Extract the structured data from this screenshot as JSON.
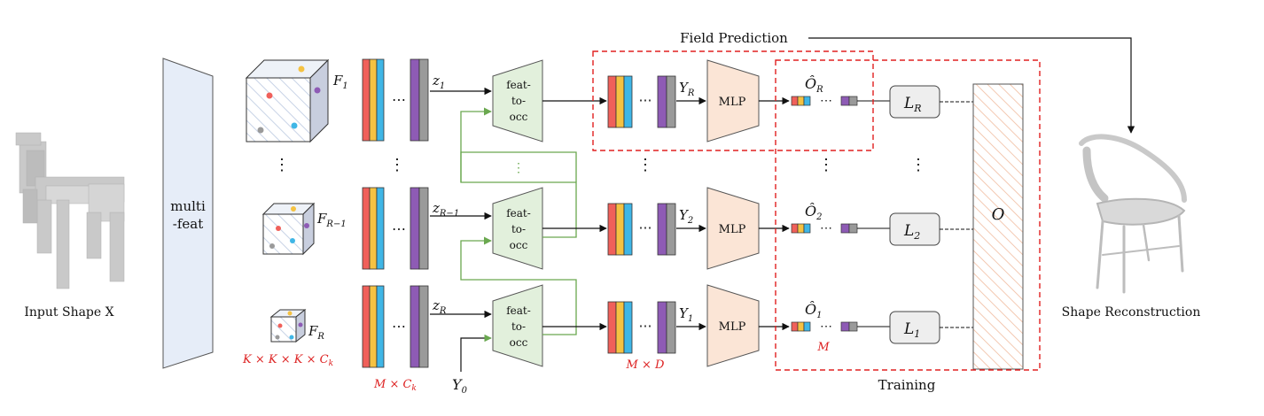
{
  "labels": {
    "input_shape": "Input Shape X",
    "multi_feat_1": "multi",
    "multi_feat_2": "-feat",
    "field_prediction": "Field Prediction",
    "training": "Training",
    "shape_reconstruction": "Shape Reconstruction",
    "feat_to_occ": [
      "feat-",
      "to-",
      "occ"
    ],
    "mlp": "MLP",
    "feature_dims": "K × K × K × C",
    "feature_dims_sub": "k",
    "latent_dims": "M × C",
    "latent_dims_sub": "k",
    "field_dims": "M × D",
    "occ_dims": "M",
    "ellipsis": "⋯",
    "vdots": "⋮"
  },
  "math": {
    "F_top": "F",
    "F_top_sub": "1",
    "F_mid": "F",
    "F_mid_sub": "R−1",
    "F_bot": "F",
    "F_bot_sub": "R",
    "z_top": "z",
    "z_top_sub": "1",
    "z_mid": "z",
    "z_mid_sub": "R−1",
    "z_bot": "z",
    "z_bot_sub": "R",
    "Y_top": "Y",
    "Y_top_sub": "R",
    "Y_mid": "Y",
    "Y_mid_sub": "2",
    "Y_bot": "Y",
    "Y_bot_sub": "1",
    "Y_0": "Y",
    "Y_0_sub": "0",
    "O_top": "Ô",
    "O_top_sub": "R",
    "O_mid": "Ô",
    "O_mid_sub": "2",
    "O_bot": "Ô",
    "O_bot_sub": "1",
    "L_top": "L",
    "L_top_sub": "R",
    "L_mid": "L",
    "L_mid_sub": "2",
    "L_bot": "L",
    "L_bot_sub": "1",
    "O_gt": "O"
  },
  "colors": {
    "feature_red": "#f0605a",
    "feature_yellow": "#f5c242",
    "feature_blue": "#3fb6e6",
    "feature_purple": "#8e5bb5",
    "feature_gray": "#9a9a9a",
    "feat_to_occ_fill": "#e2f0dc",
    "mlp_fill": "#fbe5d6",
    "multi_feat_fill": "#e6edf8",
    "dashed_box": "#e02020",
    "skip_arrow": "#6aa84f",
    "gt_hatch": "#f0b89a"
  }
}
